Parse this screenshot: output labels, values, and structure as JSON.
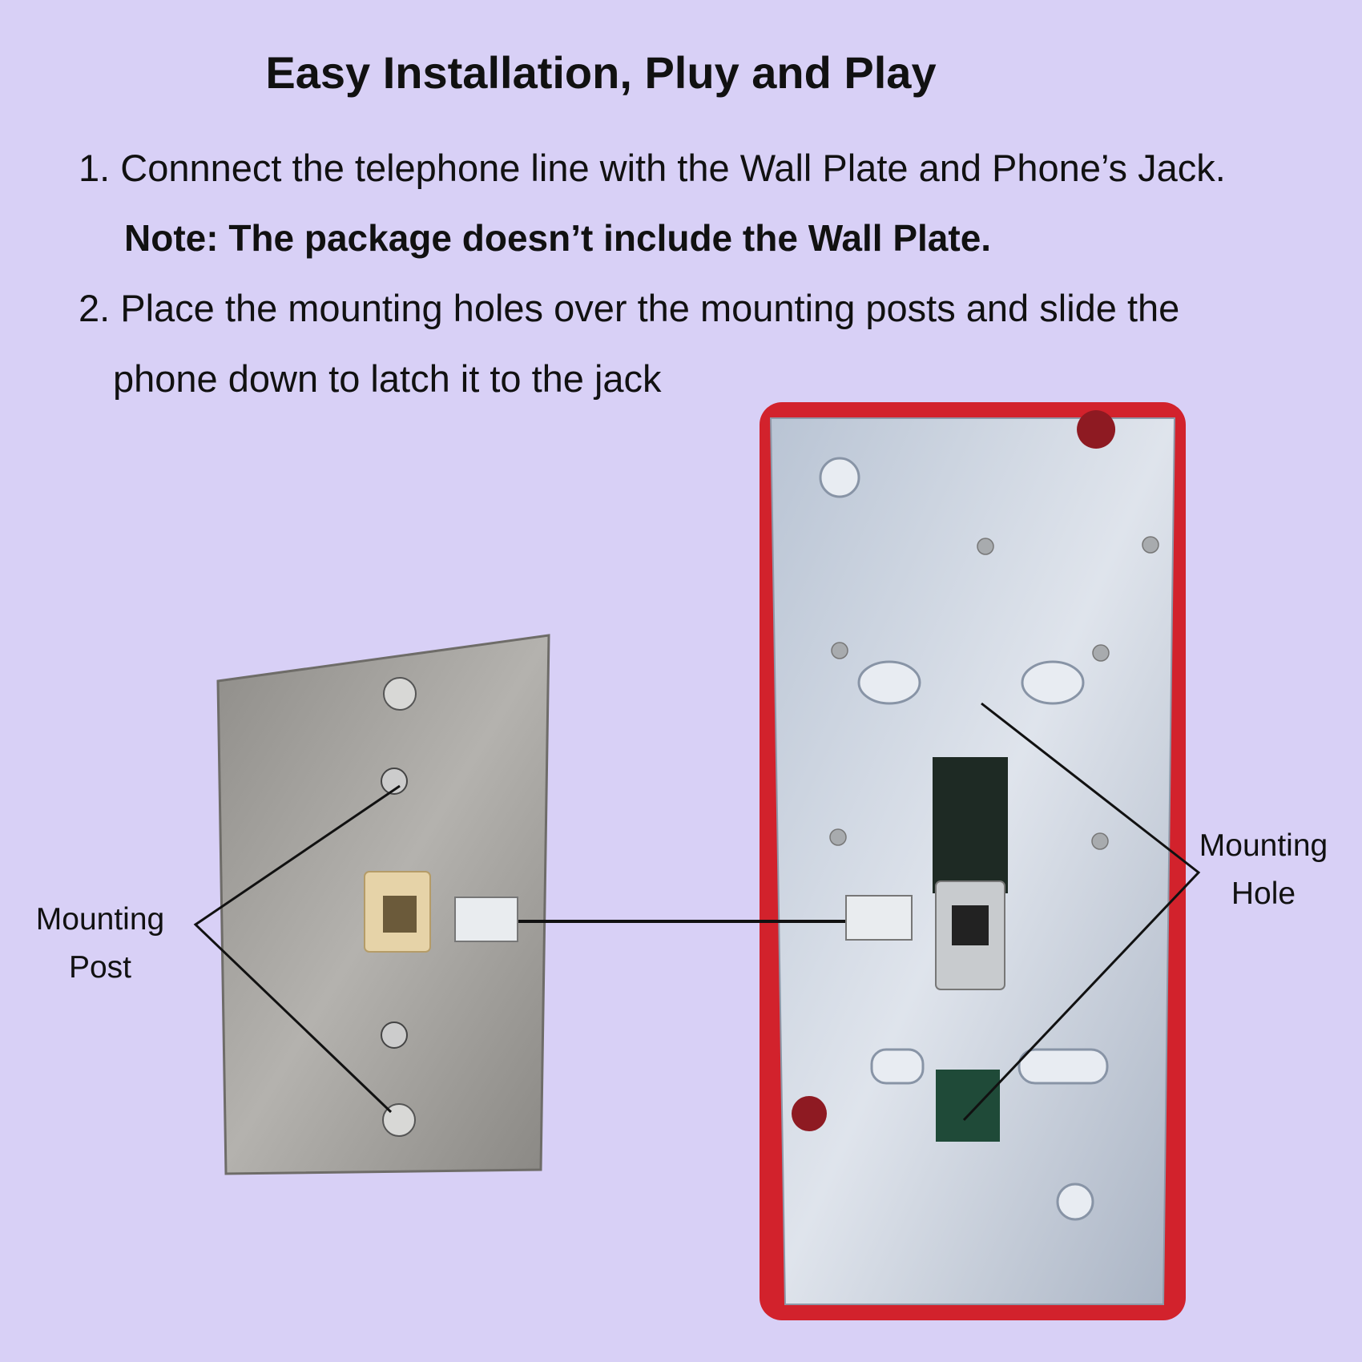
{
  "title": "Easy Installation, Pluy and Play",
  "steps": {
    "step1": "1. Connnect the telephone line with the Wall Plate and Phone’s Jack.",
    "note": "Note: The package doesn’t include the Wall Plate.",
    "step2_line1": "2. Place the mounting  holes over the mounting posts and slide the",
    "step2_line2": "phone down to latch it to the jack"
  },
  "labels": {
    "post_line1": "Mounting",
    "post_line2": "Post",
    "hole_line1": "Mounting",
    "hole_line2": "Hole"
  },
  "colors": {
    "background": "#d8d0f6",
    "phone_case": "#d2222c",
    "plate": "#a8a6a2"
  }
}
